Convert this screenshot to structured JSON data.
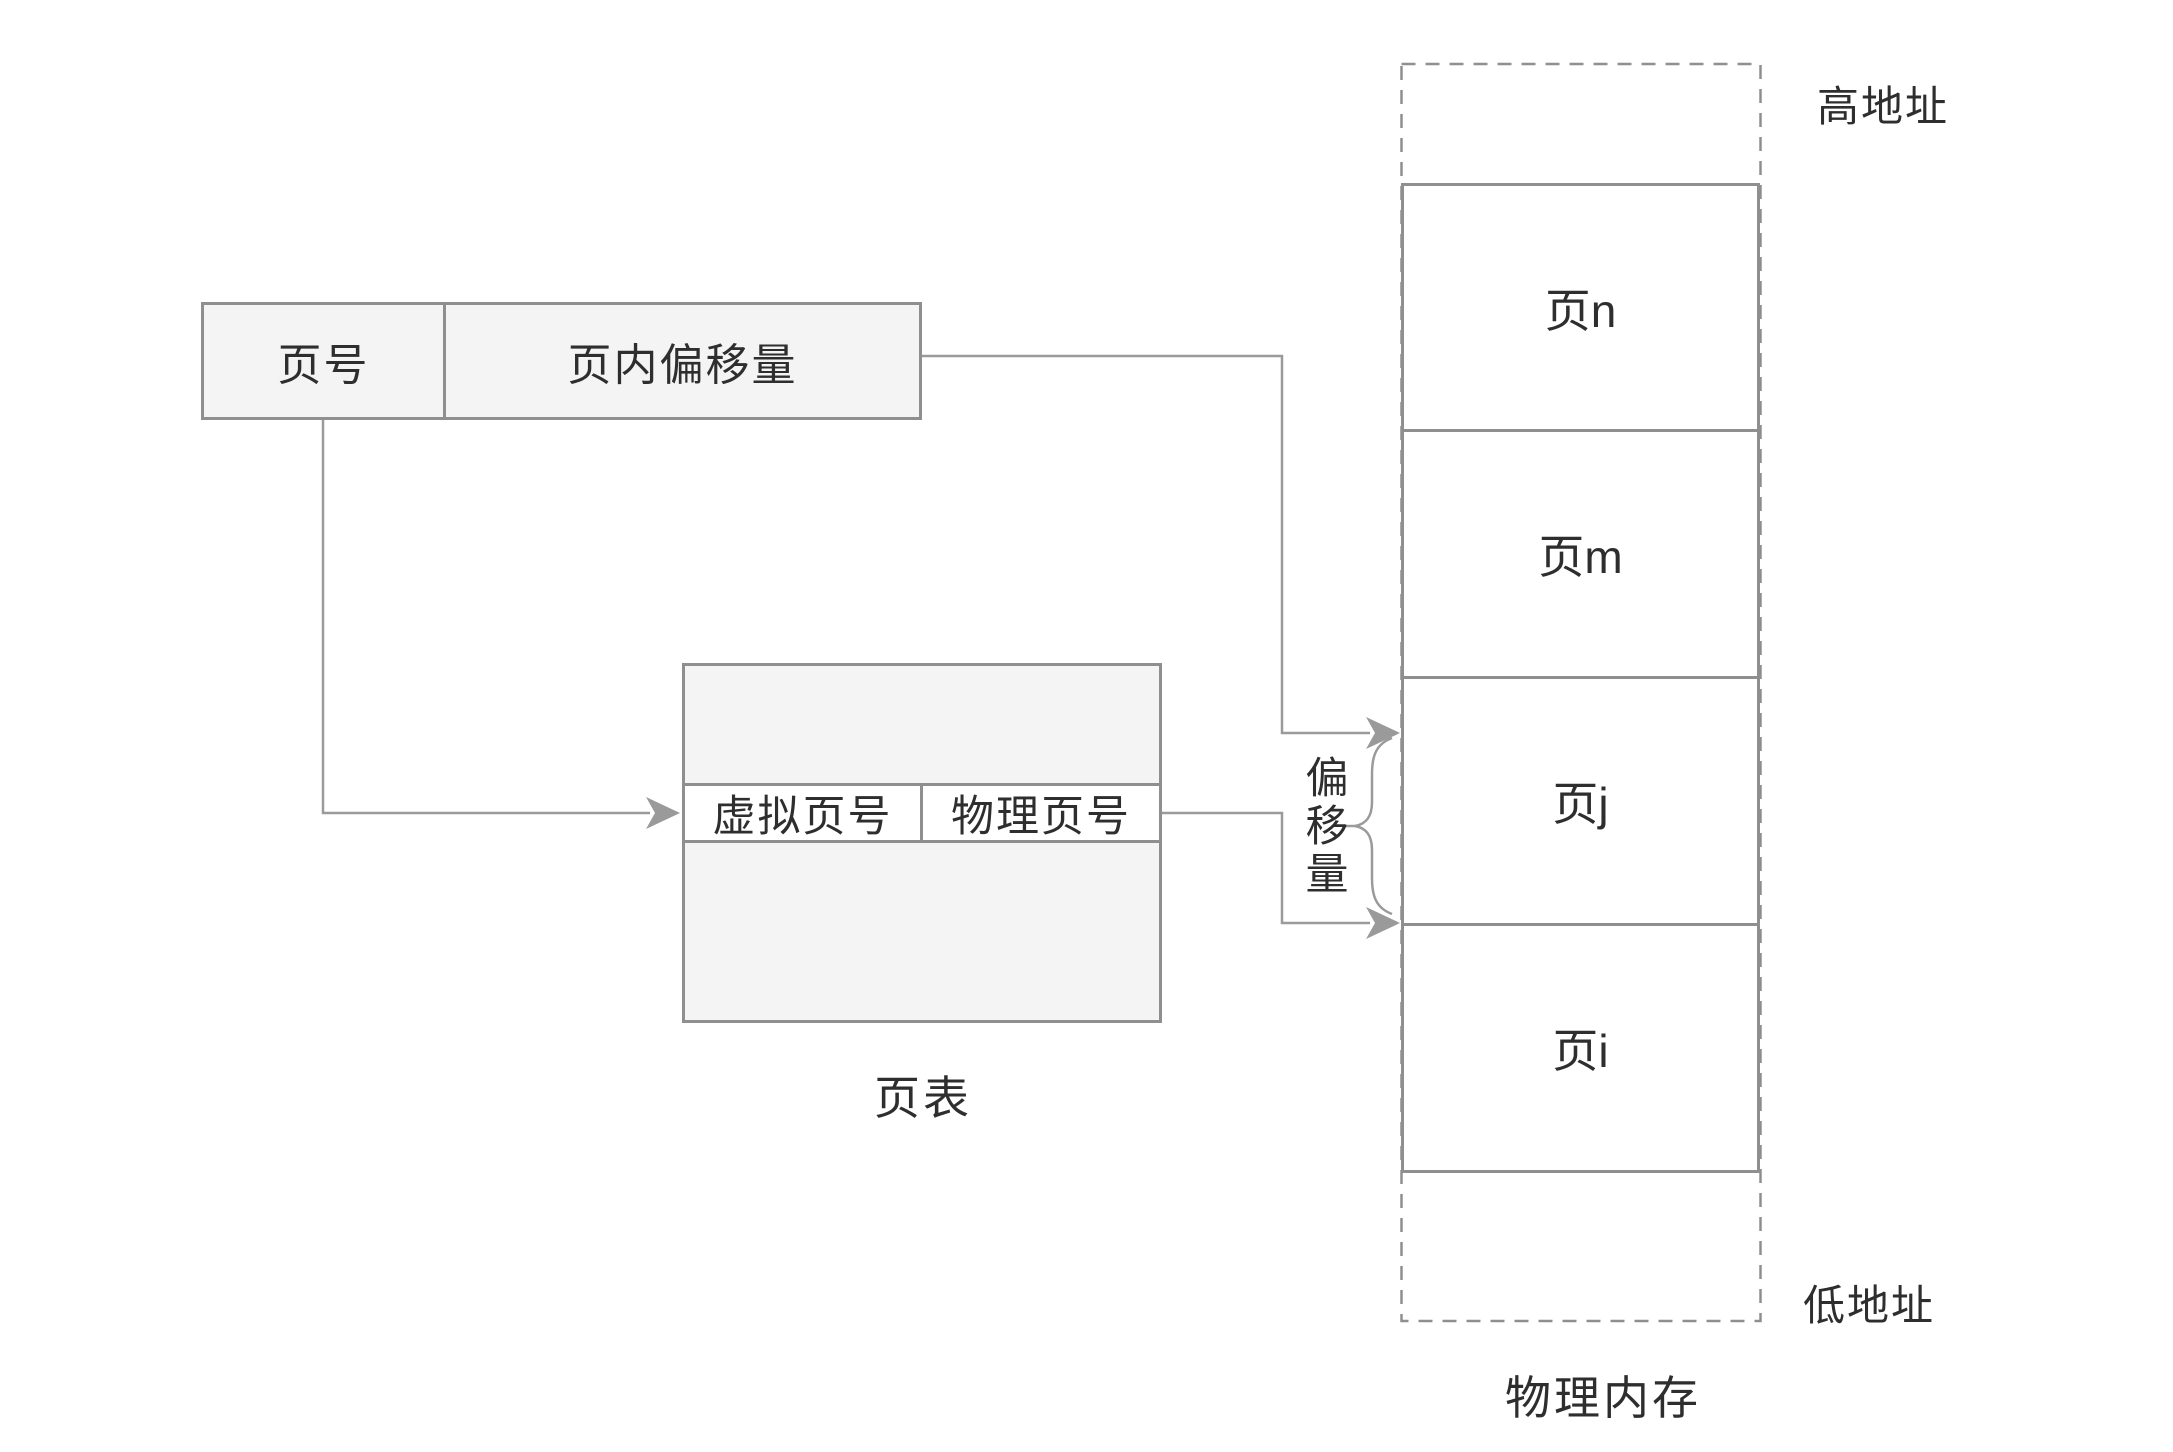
{
  "virtual_address_box": {
    "page_number_label": "页号",
    "page_offset_label": "页内偏移量"
  },
  "page_table": {
    "caption": "页表",
    "virtual_page_label": "虚拟页号",
    "physical_page_label": "物理页号"
  },
  "offset_brace_label": "偏移量",
  "physical_memory": {
    "caption": "物理内存",
    "high_address_label": "高地址",
    "low_address_label": "低地址",
    "pages": [
      {
        "label": "页n"
      },
      {
        "label": "页m"
      },
      {
        "label": "页j"
      },
      {
        "label": "页i"
      }
    ]
  },
  "colors": {
    "background": "#ffffff",
    "line_gray": "#9a9a9a",
    "border_gray": "#8f8f8f",
    "box_fill": "#f4f4f4",
    "text": "#2e2e2e"
  }
}
